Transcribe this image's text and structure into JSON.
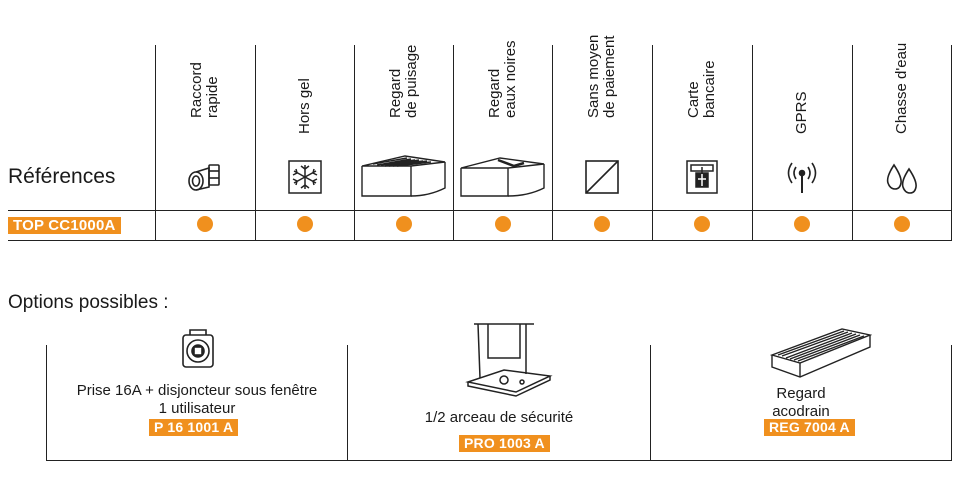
{
  "table": {
    "references_label": "Références",
    "columns": [
      {
        "line1": "Raccord",
        "line2": "rapide",
        "icon": "quick-coupler-icon"
      },
      {
        "line1": "Hors gel",
        "line2": "",
        "icon": "snowflake-icon"
      },
      {
        "line1": "Regard",
        "line2": "de puisage",
        "icon": "drawing-pit-icon"
      },
      {
        "line1": "Regard",
        "line2": "eaux noires",
        "icon": "sewage-pit-icon"
      },
      {
        "line1": "Sans moyen",
        "line2": "de paiement",
        "icon": "no-payment-icon"
      },
      {
        "line1": "Carte",
        "line2": "bancaire",
        "icon": "bank-card-icon"
      },
      {
        "line1": "GPRS",
        "line2": "",
        "icon": "gprs-antenna-icon"
      },
      {
        "line1": "Chasse d'eau",
        "line2": "",
        "icon": "water-drops-icon"
      }
    ],
    "row": {
      "reference": "TOP CC1000A",
      "marks": [
        true,
        true,
        true,
        true,
        true,
        true,
        true,
        true
      ]
    }
  },
  "options": {
    "title": "Options possibles :",
    "items": [
      {
        "line1": "Prise 16A + disjoncteur sous fenêtre",
        "line2": "1 utilisateur",
        "code": "P 16 1001 A",
        "icon": "socket-icon"
      },
      {
        "line1": "1/2 arceau de  sécurité",
        "line2": "",
        "code": "PRO 1003 A",
        "icon": "safety-arch-icon"
      },
      {
        "line1": "Regard",
        "line2": "acodrain",
        "code": "REG 7004 A",
        "icon": "drain-channel-icon"
      }
    ]
  },
  "colors": {
    "accent": "#f0901e",
    "ink": "#1a1a1a"
  }
}
